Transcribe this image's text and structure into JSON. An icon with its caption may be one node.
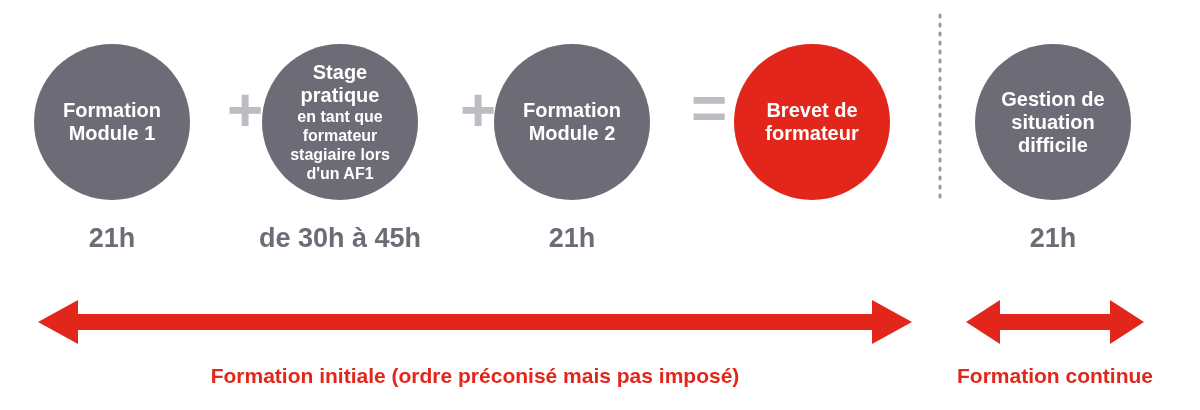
{
  "diagram": {
    "nodes": [
      {
        "text": [
          "Formation Module 1"
        ],
        "beside": [
          "21h"
        ]
      },
      {
        "text": [
          "Stage pratique",
          "en tant que formateur stagiaire lors d'un AF1"
        ],
        "beside": [
          "de 30h à 45h"
        ]
      },
      {
        "text": [
          "Formation Module 2"
        ],
        "beside": [
          "21h"
        ]
      },
      {
        "text": [
          "Brevet de formateur"
        ]
      },
      {
        "text": [
          "Gestion de situation difficile"
        ],
        "beside": [
          "21h"
        ]
      }
    ],
    "labels": [
      "+",
      "+",
      "=",
      "Formation initiale (ordre préconisé mais pas imposé)",
      "Formation continue"
    ]
  }
}
